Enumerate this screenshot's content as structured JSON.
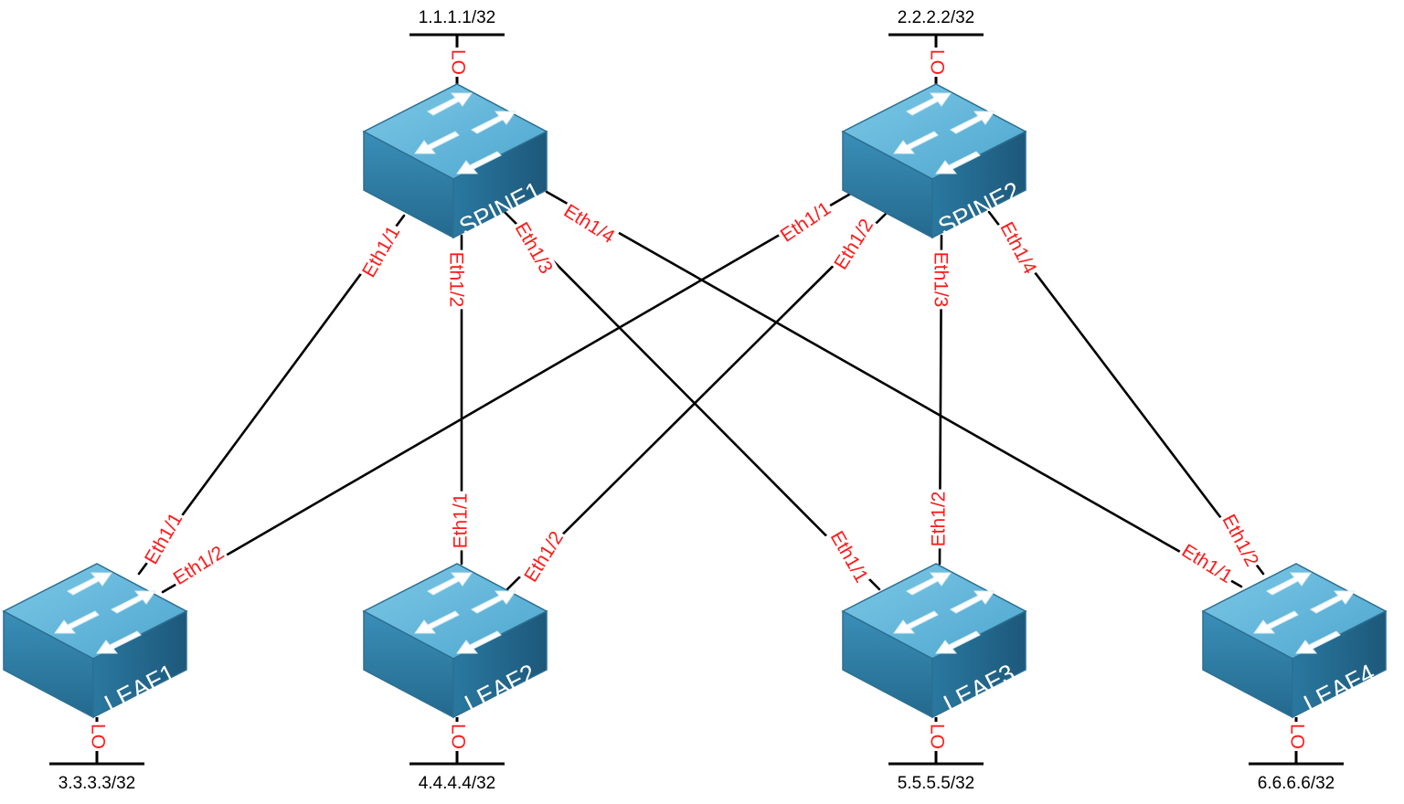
{
  "colors": {
    "port_label": "#ff1a1a",
    "link": "#000000",
    "switch_top": "#5fb6da",
    "switch_front": "#2f7fa8",
    "switch_side": "#24698e",
    "arrow": "#ffffff"
  },
  "icons": {
    "switch": "layer2-switch-icon"
  },
  "switches": {
    "spine1": {
      "name": "SPINE1",
      "loopback_port": "LO",
      "loopback_ip": "1.1.1.1/32"
    },
    "spine2": {
      "name": "SPINE2",
      "loopback_port": "LO",
      "loopback_ip": "2.2.2.2/32"
    },
    "leaf1": {
      "name": "LEAF1",
      "loopback_port": "LO",
      "loopback_ip": "3.3.3.3/32"
    },
    "leaf2": {
      "name": "LEAF2",
      "loopback_port": "LO",
      "loopback_ip": "4.4.4.4/32"
    },
    "leaf3": {
      "name": "LEAF3",
      "loopback_port": "LO",
      "loopback_ip": "5.5.5.5/32"
    },
    "leaf4": {
      "name": "LEAF4",
      "loopback_port": "LO",
      "loopback_ip": "6.6.6.6/32"
    }
  },
  "links": [
    {
      "from": "spine1",
      "from_port": "Eth1/1",
      "to": "leaf1",
      "to_port": "Eth1/1"
    },
    {
      "from": "spine1",
      "from_port": "Eth1/2",
      "to": "leaf2",
      "to_port": "Eth1/1"
    },
    {
      "from": "spine1",
      "from_port": "Eth1/3",
      "to": "leaf3",
      "to_port": "Eth1/1"
    },
    {
      "from": "spine1",
      "from_port": "Eth1/4",
      "to": "leaf4",
      "to_port": "Eth1/1"
    },
    {
      "from": "spine2",
      "from_port": "Eth1/1",
      "to": "leaf1",
      "to_port": "Eth1/2"
    },
    {
      "from": "spine2",
      "from_port": "Eth1/2",
      "to": "leaf2",
      "to_port": "Eth1/2"
    },
    {
      "from": "spine2",
      "from_port": "Eth1/3",
      "to": "leaf3",
      "to_port": "Eth1/2"
    },
    {
      "from": "spine2",
      "from_port": "Eth1/4",
      "to": "leaf4",
      "to_port": "Eth1/2"
    }
  ]
}
